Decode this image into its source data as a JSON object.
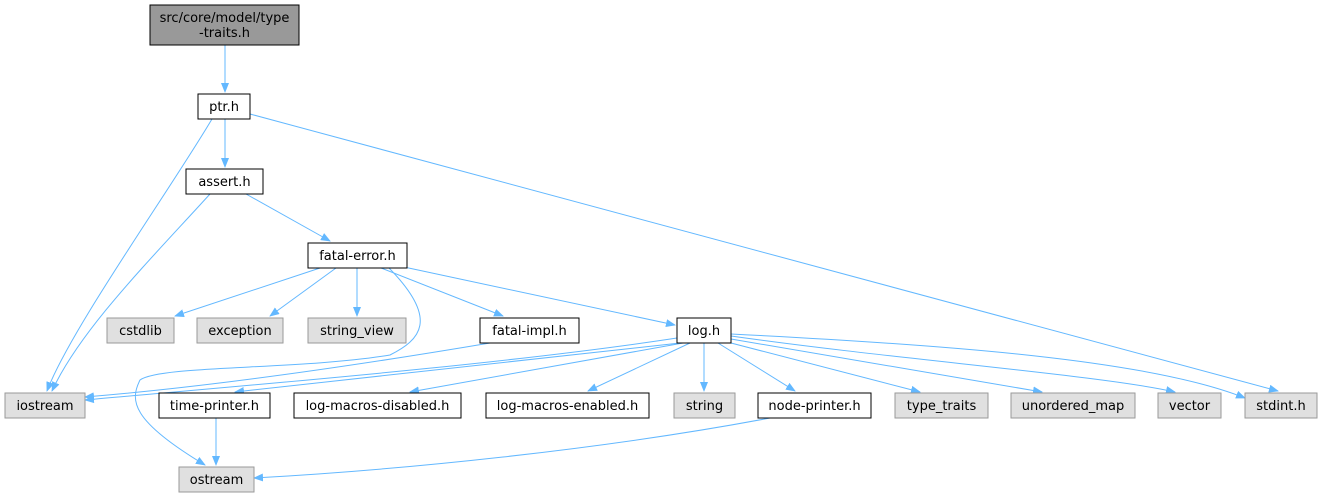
{
  "colors": {
    "edge": "#63b8ff",
    "root_fill": "#999999",
    "local_fill": "#ffffff",
    "system_fill": "#e0e0e0",
    "local_stroke": "#000000",
    "system_stroke": "#999999"
  },
  "nodes": [
    {
      "id": "root",
      "lines": [
        "src/core/model/type",
        "-traits.h"
      ],
      "kind": "root"
    },
    {
      "id": "ptr",
      "lines": [
        "ptr.h"
      ],
      "kind": "local"
    },
    {
      "id": "assert",
      "lines": [
        "assert.h"
      ],
      "kind": "local"
    },
    {
      "id": "fatal_error",
      "lines": [
        "fatal-error.h"
      ],
      "kind": "local"
    },
    {
      "id": "cstdlib",
      "lines": [
        "cstdlib"
      ],
      "kind": "system"
    },
    {
      "id": "exception",
      "lines": [
        "exception"
      ],
      "kind": "system"
    },
    {
      "id": "string_view",
      "lines": [
        "string_view"
      ],
      "kind": "system"
    },
    {
      "id": "fatal_impl",
      "lines": [
        "fatal-impl.h"
      ],
      "kind": "local"
    },
    {
      "id": "log",
      "lines": [
        "log.h"
      ],
      "kind": "local"
    },
    {
      "id": "iostream",
      "lines": [
        "iostream"
      ],
      "kind": "system"
    },
    {
      "id": "time_printer",
      "lines": [
        "time-printer.h"
      ],
      "kind": "local"
    },
    {
      "id": "log_macros_disabled",
      "lines": [
        "log-macros-disabled.h"
      ],
      "kind": "local"
    },
    {
      "id": "log_macros_enabled",
      "lines": [
        "log-macros-enabled.h"
      ],
      "kind": "local"
    },
    {
      "id": "string",
      "lines": [
        "string"
      ],
      "kind": "system"
    },
    {
      "id": "node_printer",
      "lines": [
        "node-printer.h"
      ],
      "kind": "local"
    },
    {
      "id": "type_traits",
      "lines": [
        "type_traits"
      ],
      "kind": "system"
    },
    {
      "id": "unordered_map",
      "lines": [
        "unordered_map"
      ],
      "kind": "system"
    },
    {
      "id": "vector",
      "lines": [
        "vector"
      ],
      "kind": "system"
    },
    {
      "id": "stdint",
      "lines": [
        "stdint.h"
      ],
      "kind": "system"
    },
    {
      "id": "ostream",
      "lines": [
        "ostream"
      ],
      "kind": "system"
    }
  ],
  "edges": [
    [
      "root",
      "ptr"
    ],
    [
      "ptr",
      "assert"
    ],
    [
      "ptr",
      "iostream"
    ],
    [
      "ptr",
      "stdint"
    ],
    [
      "assert",
      "fatal_error"
    ],
    [
      "assert",
      "iostream"
    ],
    [
      "fatal_error",
      "cstdlib"
    ],
    [
      "fatal_error",
      "exception"
    ],
    [
      "fatal_error",
      "string_view"
    ],
    [
      "fatal_error",
      "fatal_impl"
    ],
    [
      "fatal_error",
      "log"
    ],
    [
      "fatal_error",
      "ostream"
    ],
    [
      "fatal_impl",
      "iostream"
    ],
    [
      "log",
      "iostream"
    ],
    [
      "log",
      "time_printer"
    ],
    [
      "log",
      "log_macros_disabled"
    ],
    [
      "log",
      "log_macros_enabled"
    ],
    [
      "log",
      "string"
    ],
    [
      "log",
      "node_printer"
    ],
    [
      "log",
      "type_traits"
    ],
    [
      "log",
      "unordered_map"
    ],
    [
      "log",
      "vector"
    ],
    [
      "log",
      "stdint"
    ],
    [
      "time_printer",
      "ostream"
    ],
    [
      "node_printer",
      "ostream"
    ]
  ]
}
